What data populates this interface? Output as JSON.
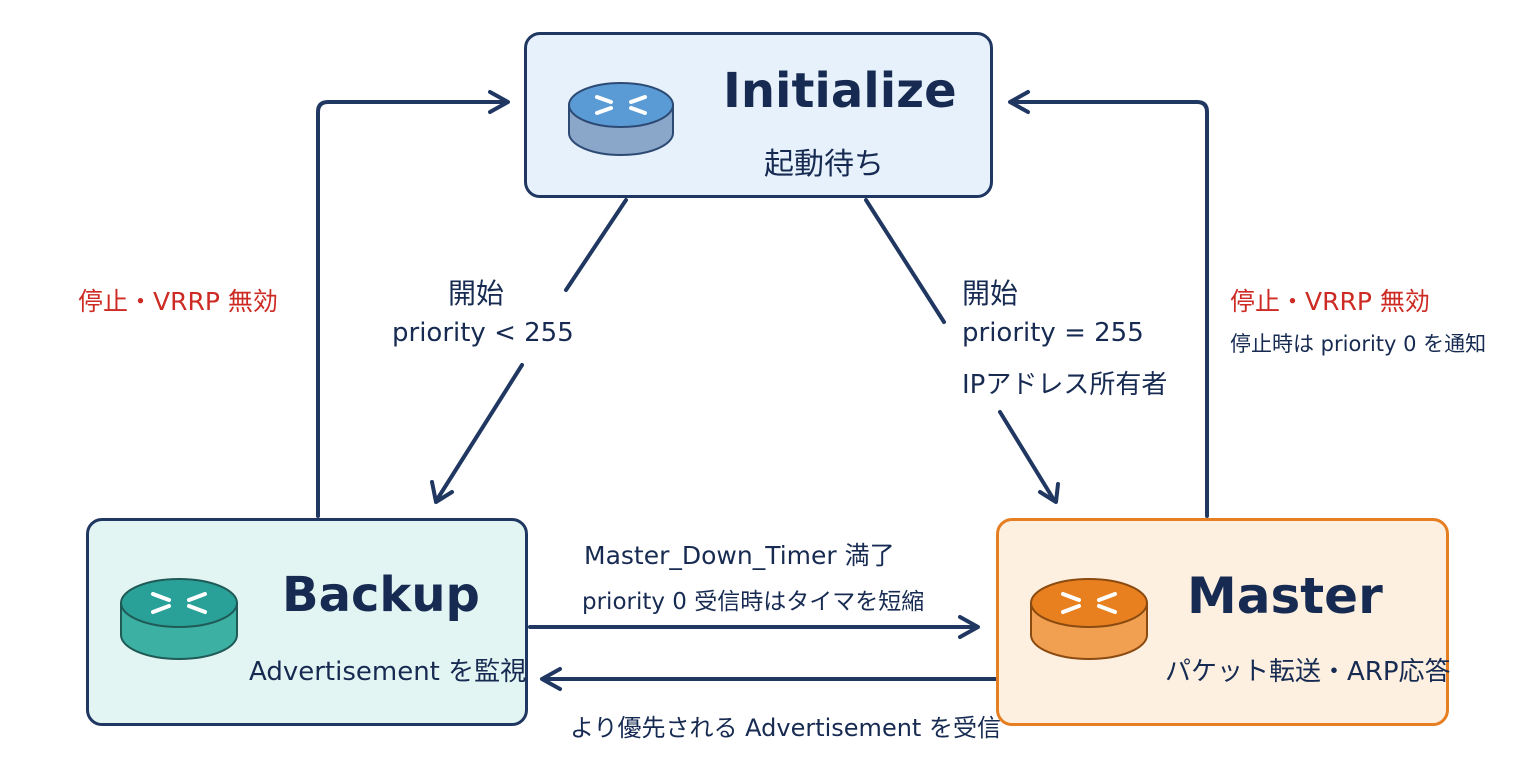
{
  "states": {
    "initialize": {
      "title": "Initialize",
      "subtitle": "起動待ち"
    },
    "backup": {
      "title": "Backup",
      "subtitle": "Advertisement を監視"
    },
    "master": {
      "title": "Master",
      "subtitle": "パケット転送・ARP応答"
    }
  },
  "transitions": {
    "init_to_backup": {
      "line1": "開始",
      "line2": "priority < 255"
    },
    "init_to_master": {
      "line1": "開始",
      "line2": "priority = 255",
      "line3": "IPアドレス所有者"
    },
    "backup_to_master": {
      "line1": "Master_Down_Timer 満了",
      "line2": "priority 0 受信時はタイマを短縮"
    },
    "master_to_backup": {
      "line1": "より優先される Advertisement を受信"
    },
    "backup_to_init": {
      "line1": "停止・VRRP 無効"
    },
    "master_to_init": {
      "line1": "停止・VRRP 無効",
      "line2": "停止時は priority 0 を通知"
    }
  },
  "colors": {
    "line": "#1f3761",
    "initialize_fill": "#e6f1fb",
    "backup_fill": "#e3f5f3",
    "master_fill": "#fdf0e0",
    "master_border": "#e67e22",
    "alert_text": "#cc2a22",
    "router_blue": "#5b9bd5",
    "router_teal": "#2aa198",
    "router_orange": "#e8801f"
  },
  "icons": [
    "router-icon"
  ]
}
